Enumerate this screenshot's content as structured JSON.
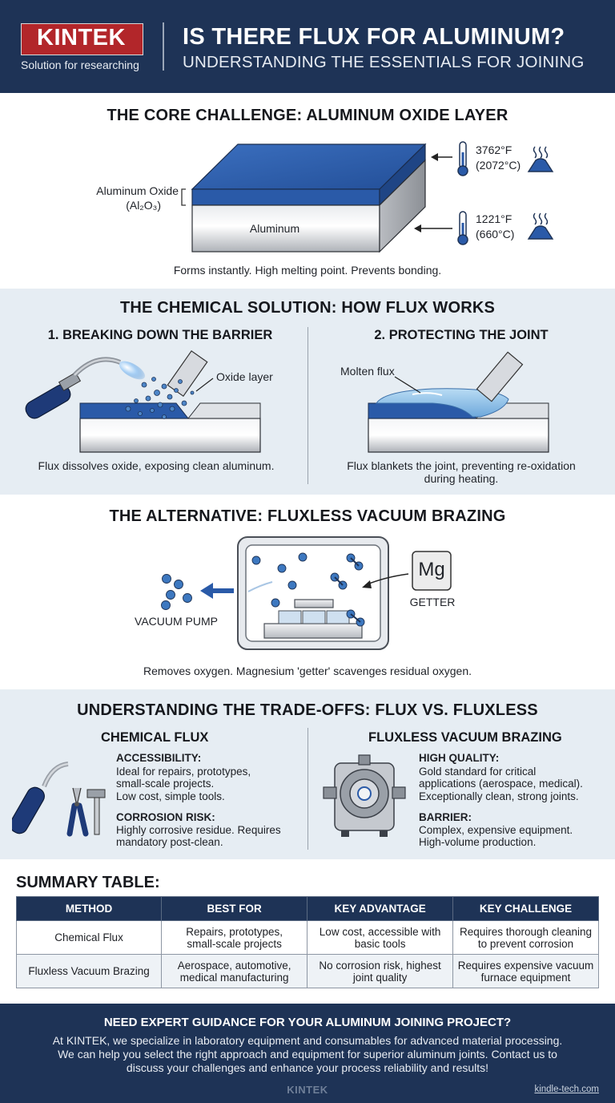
{
  "header": {
    "logo_text": "KINTEK",
    "logo_tagline": "Solution for researching",
    "title": "IS THERE FLUX FOR ALUMINUM?",
    "subtitle": "UNDERSTANDING THE ESSENTIALS FOR JOINING"
  },
  "core": {
    "title": "THE CORE CHALLENGE: ALUMINUM OXIDE LAYER",
    "oxide_label": "Aluminum Oxide",
    "oxide_formula": "(Al₂O₃)",
    "metal_label": "Aluminum",
    "oxide_temp_f": "3762°F",
    "oxide_temp_c": "(2072°C)",
    "metal_temp_f": "1221°F",
    "metal_temp_c": "(660°C)",
    "caption": "Forms instantly. High melting point. Prevents bonding."
  },
  "chemical": {
    "title": "THE CHEMICAL SOLUTION: HOW FLUX WORKS",
    "left_title": "1. BREAKING DOWN THE BARRIER",
    "left_label": "Oxide layer",
    "left_caption": "Flux dissolves oxide, exposing clean aluminum.",
    "right_title": "2. PROTECTING THE JOINT",
    "right_label": "Molten flux",
    "right_caption_1": "Flux blankets the joint, preventing re-oxidation",
    "right_caption_2": "during heating."
  },
  "vacuum": {
    "title": "THE ALTERNATIVE: FLUXLESS VACUUM BRAZING",
    "pump_label": "VACUUM PUMP",
    "getter_symbol": "Mg",
    "getter_label": "GETTER",
    "caption": "Removes oxygen. Magnesium 'getter' scavenges residual oxygen."
  },
  "tradeoffs": {
    "title": "UNDERSTANDING THE TRADE-OFFS: FLUX VS. FLUXLESS",
    "left": {
      "title": "CHEMICAL FLUX",
      "h1": "ACCESSIBILITY:",
      "t1": [
        "Ideal for repairs, prototypes,",
        "small-scale projects.",
        "Low cost, simple tools."
      ],
      "h2": "CORROSION RISK:",
      "t2": [
        "Highly corrosive residue. Requires",
        "mandatory post-clean."
      ]
    },
    "right": {
      "title": "FLUXLESS VACUUM BRAZING",
      "h1": "HIGH QUALITY:",
      "t1": [
        "Gold standard for critical",
        "applications (aerospace, medical).",
        "Exceptionally clean, strong joints."
      ],
      "h2": "BARRIER:",
      "t2": [
        "Complex, expensive equipment.",
        "High-volume production."
      ]
    }
  },
  "summary": {
    "title": "SUMMARY TABLE:",
    "headers": [
      "METHOD",
      "BEST FOR",
      "KEY ADVANTAGE",
      "KEY CHALLENGE"
    ],
    "rows": [
      [
        "Chemical Flux",
        [
          "Repairs, prototypes,",
          "small-scale projects"
        ],
        [
          "Low cost, accessible with",
          "basic tools"
        ],
        [
          "Requires thorough cleaning",
          "to prevent corrosion"
        ]
      ],
      [
        "Fluxless Vacuum Brazing",
        [
          "Aerospace, automotive,",
          "medical manufacturing"
        ],
        [
          "No corrosion risk, highest",
          "joint quality"
        ],
        [
          "Requires expensive vacuum",
          "furnace equipment"
        ]
      ]
    ]
  },
  "footer": {
    "title": "NEED EXPERT GUIDANCE FOR YOUR ALUMINUM JOINING PROJECT?",
    "body": [
      "At KINTEK, we specialize in laboratory equipment and consumables for advanced material processing.",
      "We can help you select the right approach and equipment for superior aluminum joints. Contact us to",
      "discuss your challenges and enhance your process reliability and results!"
    ],
    "brand": "KINTEK",
    "url": "kindle-tech.com"
  },
  "colors": {
    "navy": "#1e3356",
    "logo_red": "#b2262a",
    "oxide_blue": "#2a5aa8",
    "panel_bg": "#e6edf3"
  }
}
